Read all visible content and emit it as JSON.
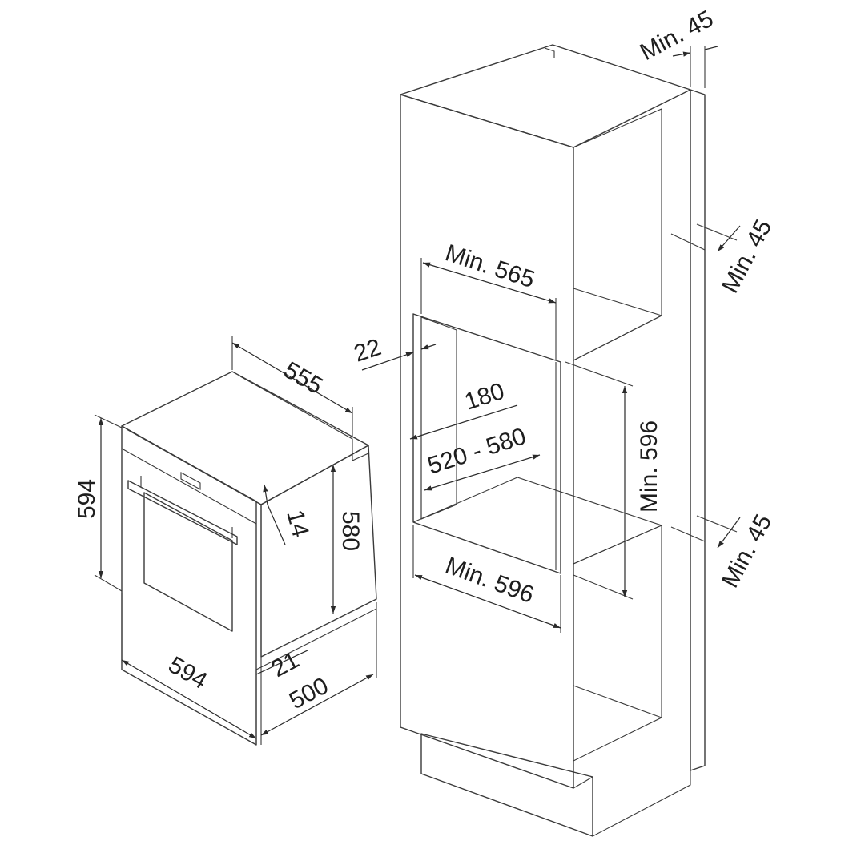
{
  "colors": {
    "line": "#3a3a3a",
    "text": "#1e1e1e",
    "background": "#ffffff"
  },
  "oven": {
    "depth_total": "555",
    "height_front": "594",
    "width_front": "594",
    "panel_gap": "14",
    "body_height": "580",
    "front_thickness": "21",
    "body_depth": "500"
  },
  "cabinet": {
    "top_gap": "Min. 45",
    "upper_side_gap": "Min. 45",
    "lower_side_gap": "Min. 45",
    "niche_depth": "Min. 565",
    "front_setback": "22",
    "vent_height": "180",
    "vent_depth_range": "520 - 580",
    "niche_height": "Min. 596",
    "niche_width": "Min. 596"
  }
}
